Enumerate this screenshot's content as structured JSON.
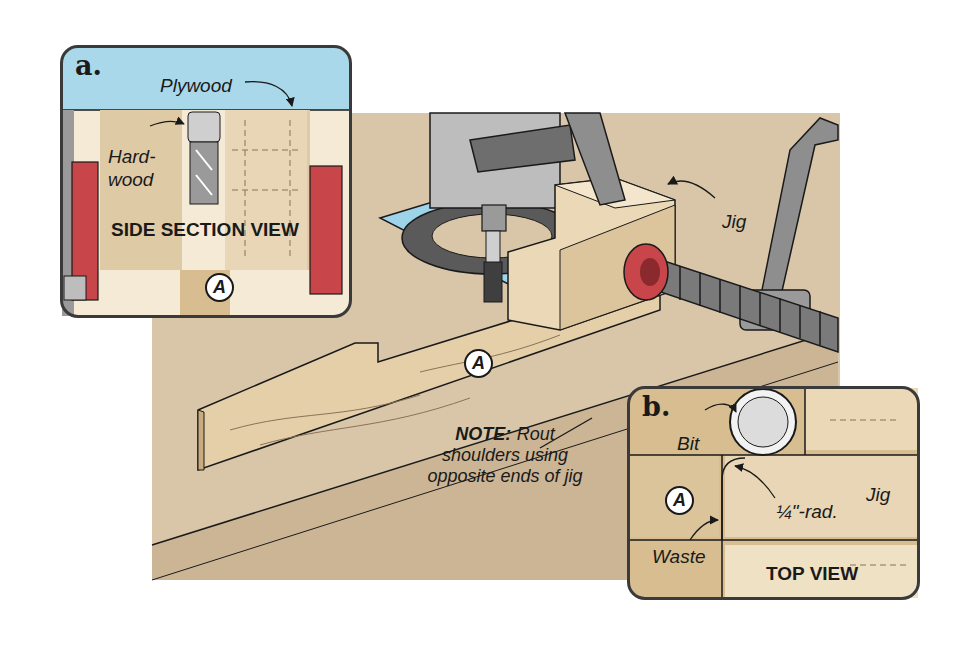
{
  "diagram": {
    "nodes": [
      {
        "text": [
          "a."
        ]
      },
      {
        "text": [
          "A"
        ],
        "in": 0
      },
      {
        "text": [
          "A"
        ]
      },
      {
        "text": [
          "b."
        ]
      },
      {
        "text": [
          "A"
        ],
        "in": 3
      }
    ],
    "labels": [
      "Plywood",
      "Hard- wood",
      "SIDE SECTION VIEW",
      "Jig",
      "NOTE:",
      "Rout shoulders using opposite ends of jig",
      "Bit",
      "¼\"-rad.",
      "Jig",
      "Waste",
      "TOP VIEW"
    ]
  }
}
